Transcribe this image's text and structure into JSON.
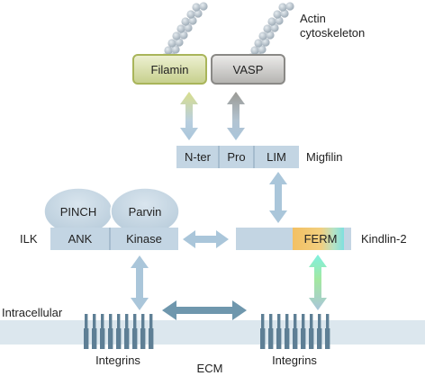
{
  "diagram": {
    "actin_label_line1": "Actin",
    "actin_label_line2": "cytoskeleton",
    "filamin": "Filamin",
    "vasp": "VASP",
    "migfilin": {
      "segments": [
        "N-ter",
        "Pro",
        "LIM"
      ],
      "label": "Migfilin"
    },
    "ilk": {
      "label": "ILK",
      "segments": [
        "ANK",
        "Kinase"
      ],
      "pinch": "PINCH",
      "parvin": "Parvin"
    },
    "kindlin": {
      "ferm": "FERM",
      "label": "Kindlin-2"
    },
    "intracellular": "Intracellular",
    "integrins_left": "Integrins",
    "integrins_right": "Integrins",
    "ecm": "ECM",
    "colors": {
      "domain_fill": "#c3d5e3",
      "domain_stroke": "#8aa4b8",
      "arrow": "#aac6da",
      "filamin_fill": "#dce3b1",
      "filamin_stroke": "#a9b55a",
      "vasp_fill": "#d2d1ce",
      "vasp_stroke": "#8a8986",
      "ferm_fill": "#f2c572",
      "membrane": "#dce7ee",
      "integrin": "#5e7f95",
      "actin": "#aebac4",
      "ecm_arrow": "#6f97ad"
    }
  }
}
